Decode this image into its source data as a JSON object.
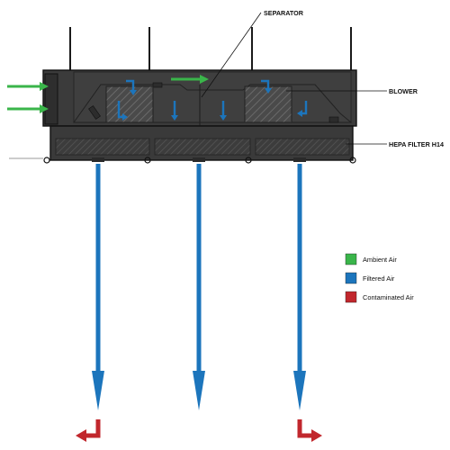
{
  "labels": {
    "separator": "SEPARATOR",
    "blower": "BLOWER",
    "hepa_filter": "HEPA FILTER H14"
  },
  "legend": [
    {
      "label": "Ambient Air",
      "color": "#3ab54a"
    },
    {
      "label": "Filtered Air",
      "color": "#1c75bc"
    },
    {
      "label": "Contaminated Air",
      "color": "#c1272d"
    }
  ],
  "colors": {
    "unit_body": "#3a3a3a",
    "unit_outline": "#1a1a1a",
    "blower_hatch": "#5a5a5a",
    "ambient": "#3ab54a",
    "filtered": "#1c75bc",
    "contaminated": "#c1272d"
  }
}
